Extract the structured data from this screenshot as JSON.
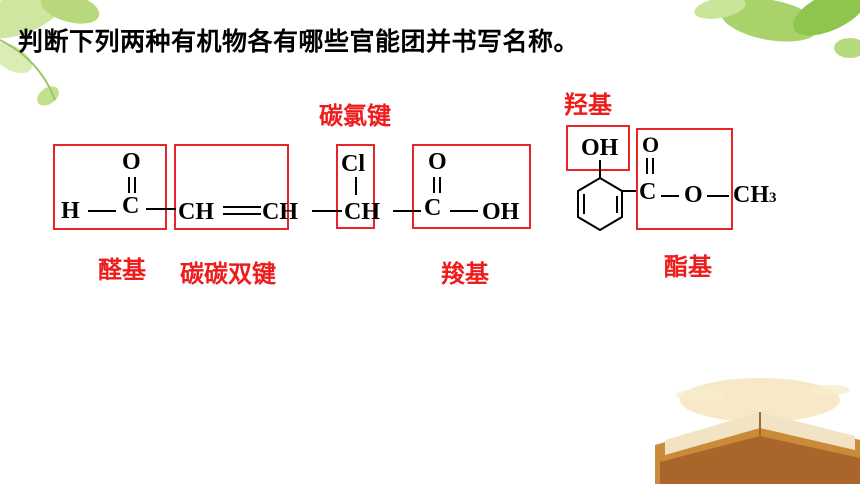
{
  "title": "判断下列两种有机物各有哪些官能团并书写名称。",
  "labels": {
    "aldehyde": "醛基",
    "alkene": "碳碳双键",
    "carbon_chlorine": "碳氯键",
    "carboxyl": "羧基",
    "hydroxyl": "羟基",
    "ester": "酯基"
  },
  "molecule1": {
    "H": "H",
    "C1": "C",
    "O1": "O",
    "CH_a": "CH",
    "CH_b": "CH",
    "Cl": "Cl",
    "CH_c": "CH",
    "C2": "C",
    "O2": "O",
    "OH": "OH"
  },
  "molecule2": {
    "OH": "OH",
    "O_dbl": "O",
    "C": "C",
    "O": "O",
    "CH": "CH",
    "sub3": "3"
  },
  "colors": {
    "label": "#ee1c1c",
    "box": "#e8242b"
  }
}
